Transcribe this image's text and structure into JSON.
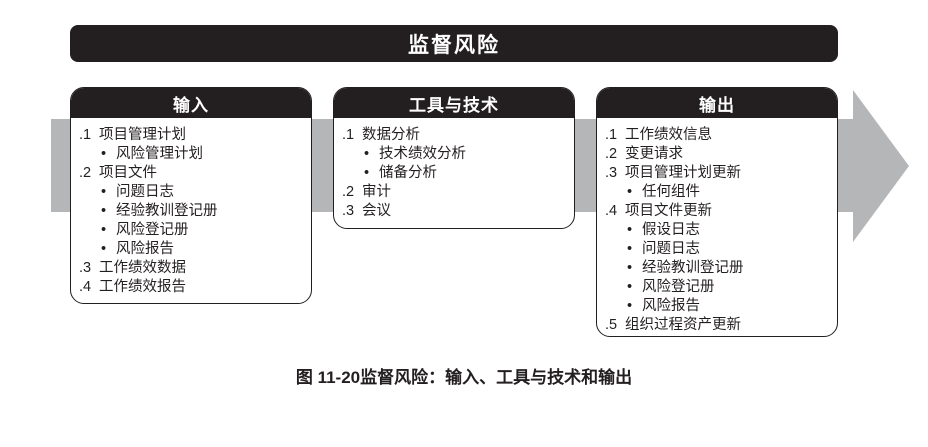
{
  "title_bar": {
    "label": "监督风险"
  },
  "bullet_glyph": "•",
  "boxes": [
    {
      "id": "inputs",
      "title": "输入",
      "items": [
        {
          "n": ".1",
          "label": "项目管理计划"
        },
        {
          "bullet": true,
          "label": "风险管理计划"
        },
        {
          "n": ".2",
          "label": "项目文件"
        },
        {
          "bullet": true,
          "label": "问题日志"
        },
        {
          "bullet": true,
          "label": "经验教训登记册"
        },
        {
          "bullet": true,
          "label": "风险登记册"
        },
        {
          "bullet": true,
          "label": "风险报告"
        },
        {
          "n": ".3",
          "label": "工作绩效数据"
        },
        {
          "n": ".4",
          "label": "工作绩效报告"
        }
      ]
    },
    {
      "id": "tools-techniques",
      "title": "工具与技术",
      "items": [
        {
          "n": ".1",
          "label": "数据分析"
        },
        {
          "bullet": true,
          "label": "技术绩效分析"
        },
        {
          "bullet": true,
          "label": "储备分析"
        },
        {
          "n": ".2",
          "label": "审计"
        },
        {
          "n": ".3",
          "label": "会议"
        }
      ]
    },
    {
      "id": "outputs",
      "title": "输出",
      "items": [
        {
          "n": ".1",
          "label": "工作绩效信息"
        },
        {
          "n": ".2",
          "label": "变更请求"
        },
        {
          "n": ".3",
          "label": "项目管理计划更新"
        },
        {
          "bullet": true,
          "label": "任何组件"
        },
        {
          "n": ".4",
          "label": "项目文件更新"
        },
        {
          "bullet": true,
          "label": "假设日志"
        },
        {
          "bullet": true,
          "label": "问题日志"
        },
        {
          "bullet": true,
          "label": "经验教训登记册"
        },
        {
          "bullet": true,
          "label": "风险登记册"
        },
        {
          "bullet": true,
          "label": "风险报告"
        },
        {
          "n": ".5",
          "label": "组织过程资产更新"
        }
      ]
    }
  ],
  "caption": "图 11-20监督风险：输入、工具与技术和输出",
  "colors": {
    "ink_black": "#231f20",
    "arrow_gray": "#b5b6b8",
    "header_text": "#ffffff",
    "background": "#ffffff"
  }
}
